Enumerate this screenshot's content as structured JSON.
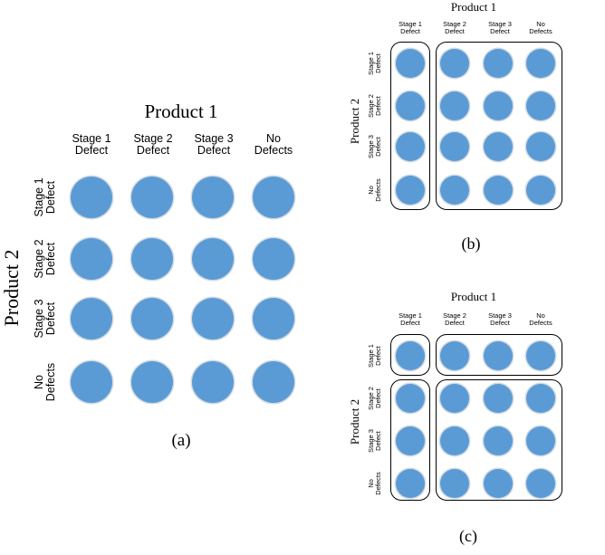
{
  "panel_a": {
    "product1_title": "Product 1",
    "product2_title": "Product 2",
    "caption": "(a)",
    "columns": [
      "Stage 1\nDefect",
      "Stage 2\nDefect",
      "Stage 3\nDefect",
      "No\nDefects"
    ],
    "rows": [
      "Stage 1\nDefect",
      "Stage 2\nDefect",
      "Stage 3\nDefect",
      "No\nDefects"
    ]
  },
  "panel_b": {
    "product1_title": "Product 1",
    "product2_title": "Product 2",
    "caption": "(b)",
    "columns": [
      "Stage 1\nDefect",
      "Stage 2\nDefect",
      "Stage 3\nDefect",
      "No\nDefects"
    ],
    "rows": [
      "Stage 1\nDefect",
      "Stage 2\nDefect",
      "Stage 3\nDefect",
      "No\nDefects"
    ]
  },
  "panel_c": {
    "product1_title": "Product 1",
    "product2_title": "Product 2",
    "caption": "(c)",
    "columns": [
      "Stage 1\nDefect",
      "Stage 2\nDefect",
      "Stage 3\nDefect",
      "No\nDefects"
    ],
    "rows": [
      "Stage 1\nDefect",
      "Stage 2\nDefect",
      "Stage 3\nDefect",
      "No\nDefects"
    ]
  },
  "colors": {
    "circle_fill": "#5b9bd5",
    "circle_rim": "#d3dbe3",
    "box_stroke": "#000000"
  }
}
